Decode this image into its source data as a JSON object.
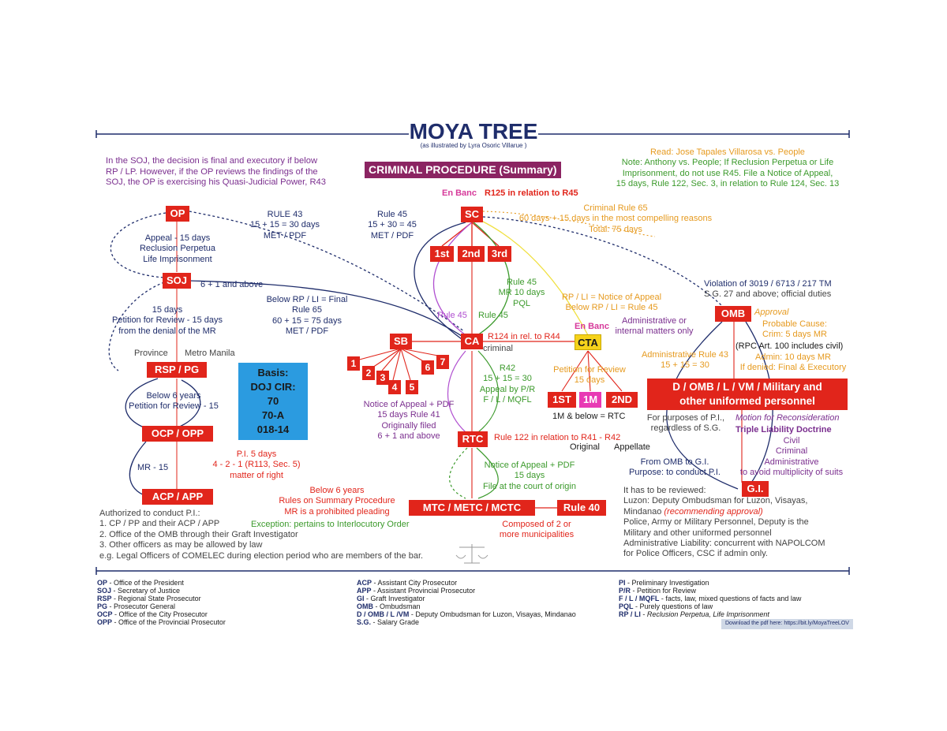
{
  "header": {
    "title": "MOYA TREE",
    "subtitle": "(as illustrated by Lyra Osoric Villarue )",
    "section_label": "CRIMINAL  PROCEDURE (Summary)"
  },
  "notes": {
    "soj_note": [
      "In the SOJ, the decision is final and executory if below",
      "RP / LP. However, if the OP reviews the findings of the",
      "SOJ, the OP is exercising his Quasi-Judicial Power, R43"
    ],
    "read_note": [
      "Read: Jose Tapales Villarosa vs. People",
      "Note: Anthony vs. People; If Reclusion Perpetua or Life",
      "Imprisonment, do not use R45. File a Notice of Appeal,",
      "15 days, Rule 122, Sec. 3, in relation to Rule 124, Sec. 13"
    ]
  },
  "nodes": {
    "op": "OP",
    "soj": "SOJ",
    "rsp_pg": "RSP / PG",
    "ocp_opp": "OCP / OPP",
    "acp_app": "ACP / APP",
    "sc": "SC",
    "first": "1st",
    "second": "2nd",
    "third": "3rd",
    "sb": "SB",
    "ca": "CA",
    "cta": "CTA",
    "rtc": "RTC",
    "omb": "OMB",
    "gi": "G.I.",
    "mtc": "MTC / METC / MCTC",
    "rule40": "Rule 40",
    "dv1": "1ST",
    "dv2": "1M",
    "dv3": "2ND",
    "sb_divisions": [
      "1",
      "2",
      "3",
      "4",
      "5",
      "6",
      "7"
    ],
    "d_omb": [
      "D / OMB / L / VM / Military and",
      "other uniformed personnel"
    ],
    "basis": [
      "Basis:",
      "DOJ CIR:",
      "70",
      "70-A",
      "018-14"
    ]
  },
  "labels": {
    "appeal_op": [
      "Appeal - 15 days",
      "Reclusion Perpetua",
      "Life Imprisonment"
    ],
    "rule43_left": [
      "RULE 43",
      "15 + 15 = 30 days",
      "MET / PDF"
    ],
    "rule45_top": [
      "Rule 45",
      "15 + 30 = 45",
      "MET / PDF"
    ],
    "en_banc": "En Banc",
    "r125": "R125 in relation to R45",
    "criminal_rule65": [
      "Criminal Rule 65",
      "60 days + 15 days in the most compelling reasons",
      "Total: 75 days"
    ],
    "six_one": "6 + 1 and above",
    "below_rp": [
      "Below RP / LI = Final",
      "Rule 65",
      "60 + 15 = 75 days",
      "MET / PDF"
    ],
    "petition_review": [
      "15 days",
      "Petition for Review - 15 days",
      "from the denial of the MR"
    ],
    "rule45_mr": [
      "Rule 45",
      "MR 10 days",
      "PQL"
    ],
    "rule45_l": "Rule 45",
    "rule45_r": "Rule 45",
    "rp_li_notice": [
      "RP / LI = Notice of Appeal",
      "Below RP / LI = Rule 45"
    ],
    "violation": [
      "Violation of 3019 / 6713 / 217 TM",
      "S.G. 27 and above; official duties"
    ],
    "province": "Province",
    "metro_manila": "Metro Manila",
    "r124": "R124 in rel. to R44",
    "criminal": "criminal",
    "en_banc_cta": "En Banc",
    "admin_internal": [
      "Administrative or",
      "internal matters only"
    ],
    "approval": "Approval",
    "probable_cause": [
      "Probable Cause:",
      "Crim: 5 days MR"
    ],
    "rpc100": "(RPC Art. 100 includes civil)",
    "admin10": [
      "Admin: 10 days MR",
      "If denied: Final & Executory"
    ],
    "admin_rule43": [
      "Administrative Rule 43",
      "15 + 15 = 30"
    ],
    "below6_pet": [
      "Below 6 years",
      "Petition for Review - 15"
    ],
    "r42": [
      "R42",
      "15 + 15 = 30",
      "Appeal by P/R",
      "F / L / MQFL"
    ],
    "petition_review_15": [
      "Petition for Review",
      "15 days"
    ],
    "notice_pdf": [
      "Notice of Appeal + PDF",
      "15 days  Rule 41",
      "Originally filed",
      "6 + 1 and above"
    ],
    "one_m_rtc": "1M & below = RTC",
    "for_pi": [
      "For purposes of P.I.,",
      "regardless of S.G."
    ],
    "motion_recon": "Motion for Reconsideration",
    "triple": "Triple Liability Doctrine",
    "civil_list": [
      "Civil",
      "Criminal",
      "Administrative",
      "to avoid multiplicity of suits"
    ],
    "rule122": "Rule 122 in relation to R41 - R42",
    "original": "Original",
    "appellate": "Appellate",
    "pi_5": [
      "P.I. 5 days",
      "4 - 2 - 1  (R113, Sec. 5)",
      "matter of right"
    ],
    "mr15": "MR - 15",
    "notice_origin": [
      "Notice of Appeal + PDF",
      "15 days",
      "File at the court of origin"
    ],
    "from_omb": [
      "From OMB to G.I.",
      "Purpose: to conduct P.I."
    ],
    "below6_rules": [
      "Below 6 years",
      "Rules on Summary Procedure",
      "MR is a prohibited pleading"
    ],
    "exception": "Exception: pertains to Interlocutory Order",
    "composed": [
      "Composed of 2 or",
      "more municipalities"
    ],
    "reviewed": "It has to be reviewed:",
    "luzon": [
      "Luzon: Deputy Ombudsman for Luzon, Visayas,",
      "Mindanao"
    ],
    "recommending": "(recommending approval)",
    "police": [
      "Police, Army or Military Personnel, Deputy is the",
      "Military and other uniformed personnel",
      "Administrative Liability: concurrent with NAPOLCOM",
      "for Police Officers, CSC if admin only."
    ],
    "authorized": [
      "Authorized to conduct P.I.:",
      "1.  CP / PP and their ACP / APP",
      "2.  Office of the  OMB through their Graft Investigator",
      "3.  Other officers as may be allowed by law",
      "e.g. Legal Officers of COMELEC during election period who are members of the bar."
    ]
  },
  "legend": {
    "col1": [
      [
        "OP",
        "Office of the President"
      ],
      [
        "SOJ",
        "Secretary of Justice"
      ],
      [
        "RSP",
        "Regional State Prosecutor"
      ],
      [
        "PG",
        "Prosecutor General"
      ],
      [
        "OCP",
        "Office of the City Prosecutor"
      ],
      [
        "OPP",
        "Office of the Provincial Prosecutor"
      ]
    ],
    "col2": [
      [
        "ACP",
        "Assistant City Prosecutor"
      ],
      [
        "APP",
        "Assistant Provincial Prosecutor"
      ],
      [
        "GI",
        "Graft Investigator"
      ],
      [
        "OMB",
        "Ombudsman"
      ],
      [
        "D / OMB / L /VM",
        "Deputy Ombudsman for Luzon, Visayas, Mindanao"
      ],
      [
        "S.G.",
        "Salary Grade"
      ]
    ],
    "col3": [
      [
        "PI",
        "Preliminary Investigation"
      ],
      [
        "P/R",
        "Petition for Review"
      ],
      [
        "F / L / MQFL",
        "facts, law, mixed questions of facts and law"
      ],
      [
        "PQL",
        "Purely questions of law"
      ],
      [
        "RP / LI",
        "Reclusion Perpetua, Life Imprisonment"
      ]
    ],
    "download": "Download the pdf here: https://bit.ly/MoyaTreeLOV"
  },
  "colors": {
    "node_red": "#e1251b",
    "navy": "#1f2d6b",
    "purple": "#7b2f8f",
    "green": "#3c9a2c",
    "orange": "#e69a1f",
    "pink": "#d63a9a",
    "cta_yellow": "#f5d21b",
    "basis_blue": "#2b9be0",
    "header_purple": "#8b2462"
  }
}
